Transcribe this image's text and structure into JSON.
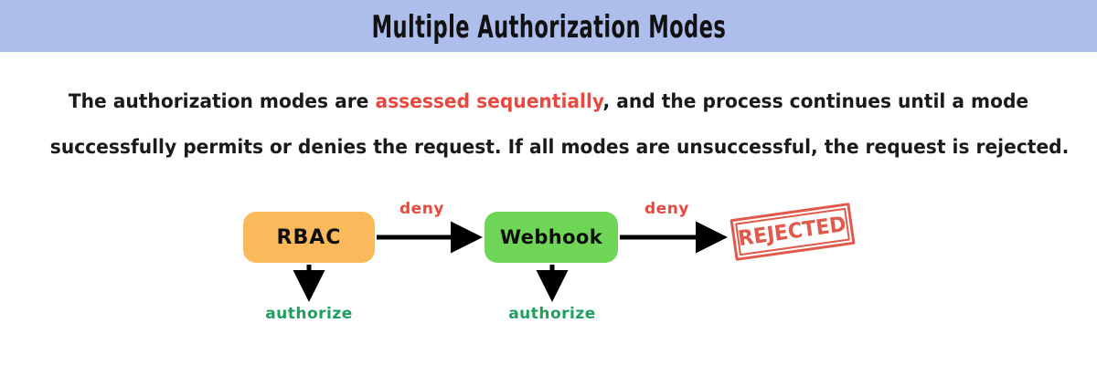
{
  "banner": {
    "title": "Multiple Authorization Modes",
    "bg_color": "#aebeec",
    "text_color": "#111111"
  },
  "body": {
    "line1_pre": "The authorization modes are ",
    "line1_highlight": "assessed sequentially",
    "line1_post": ", and the process continues until a mode",
    "line2": "successfully permits or denies the request. If all modes are unsuccessful, the request is rejected.",
    "highlight_color": "#e8483f",
    "text_color": "#1a1a1a"
  },
  "diagram": {
    "type": "flow",
    "nodes": [
      {
        "id": "rbac",
        "label": "RBAC",
        "fill": "#fbb95c",
        "text_color": "#0d0d0d"
      },
      {
        "id": "webhook",
        "label": "Webhook",
        "fill": "#6ed557",
        "text_color": "#0d0d0d"
      }
    ],
    "terminal": {
      "id": "rejected",
      "label": "REJECTED",
      "style": "stamp",
      "color": "#e05a4c"
    },
    "edges": [
      {
        "from": "rbac",
        "to": "webhook",
        "label": "deny",
        "label_color": "#e8483f",
        "direction": "right"
      },
      {
        "from": "webhook",
        "to": "rejected",
        "label": "deny",
        "label_color": "#e8483f",
        "direction": "right"
      },
      {
        "from": "rbac",
        "to": "authorize-1",
        "label": "authorize",
        "label_color": "#1f9e5f",
        "direction": "down"
      },
      {
        "from": "webhook",
        "to": "authorize-2",
        "label": "authorize",
        "label_color": "#1f9e5f",
        "direction": "down"
      }
    ],
    "branch_labels": [
      {
        "id": "authorize-1",
        "label": "authorize"
      },
      {
        "id": "authorize-2",
        "label": "authorize"
      }
    ],
    "arrow_color": "#000000"
  }
}
